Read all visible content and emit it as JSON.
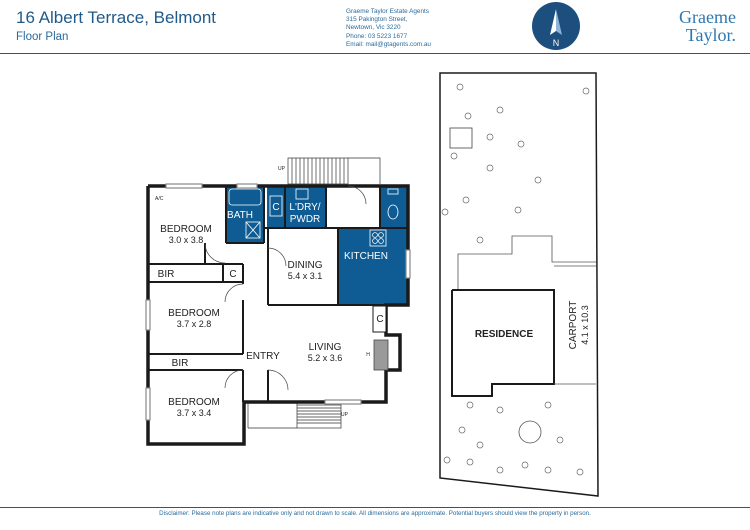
{
  "header": {
    "title": "16 Albert Terrace, Belmont",
    "subtitle": "Floor Plan",
    "agent_lines": [
      "Graeme Taylor Estate Agents",
      "315 Pakington Street,",
      "Newtown, Vic 3220",
      "Phone: 03 5223 1677",
      "Email: mail@gtagents.com.au"
    ],
    "brand_line1": "Graeme",
    "brand_line2": "Taylor.",
    "compass_letter": "N"
  },
  "rooms": {
    "bedroom1": {
      "name": "BEDROOM",
      "dims": "3.0 x 3.8"
    },
    "bedroom2": {
      "name": "BEDROOM",
      "dims": "3.7 x 2.8"
    },
    "bedroom3": {
      "name": "BEDROOM",
      "dims": "3.7 x 3.4"
    },
    "bath": "BATH",
    "laundry_line1": "L'DRY/",
    "laundry_line2": "PWDR",
    "cupboard": "C",
    "dining": {
      "name": "DINING",
      "dims": "5.4 x 3.1"
    },
    "kitchen": "KITCHEN",
    "living": {
      "name": "LIVING",
      "dims": "5.2 x 3.6"
    },
    "entry": "ENTRY",
    "bir": "BIR",
    "aircon": "A/C",
    "hearth": "H",
    "stairs_up": "UP"
  },
  "site": {
    "residence": "RESIDENCE",
    "carport": "CARPORT",
    "carport_dims": "4.1 x 10.3"
  },
  "footer": {
    "disclaimer": "Disclaimer: Please note plans are indicative only and not drawn to scale. All dimensions are approximate. Potential buyers should view the property in person."
  },
  "colors": {
    "brand_blue": "#1f5a8a",
    "wet_area_blue": "#0e5c93",
    "wall": "#1a1a1a",
    "logo_dark": "#1c4f7e"
  }
}
